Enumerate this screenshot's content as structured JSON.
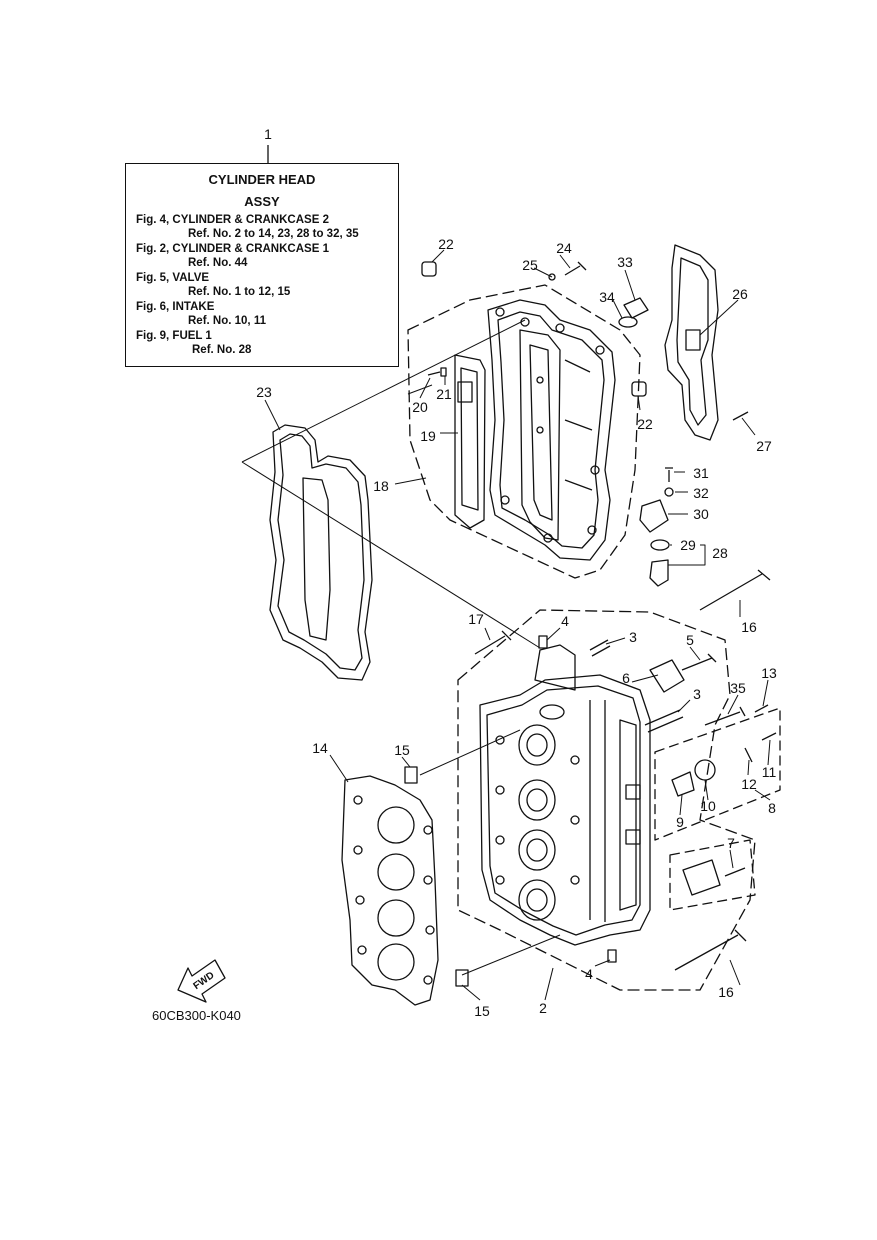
{
  "box": {
    "ref_number": "1",
    "title_line1": "CYLINDER  HEAD",
    "title_line2": "ASSY",
    "refs": [
      {
        "fig": "Fig. 4, CYLINDER & CRANKCASE 2",
        "ref": "Ref. No. 2 to 14, 23, 28 to 32, 35"
      },
      {
        "fig": "Fig. 2, CYLINDER & CRANKCASE 1",
        "ref": "Ref. No. 44"
      },
      {
        "fig": "Fig. 5, VALVE",
        "ref": "Ref. No. 1 to 12, 15"
      },
      {
        "fig": "Fig. 6, INTAKE",
        "ref": "Ref. No. 10, 11"
      },
      {
        "fig": "Fig. 9, FUEL 1",
        "ref": "Ref. No. 28"
      }
    ]
  },
  "labels": {
    "n2": "2",
    "n3a": "3",
    "n3b": "3",
    "n4a": "4",
    "n4b": "4",
    "n5": "5",
    "n6": "6",
    "n7": "7",
    "n8": "8",
    "n9": "9",
    "n10": "10",
    "n11": "11",
    "n12": "12",
    "n13": "13",
    "n14": "14",
    "n15a": "15",
    "n15b": "15",
    "n16a": "16",
    "n16b": "16",
    "n17": "17",
    "n18": "18",
    "n19": "19",
    "n20": "20",
    "n21": "21",
    "n22a": "22",
    "n22b": "22",
    "n23": "23",
    "n24": "24",
    "n25": "25",
    "n26": "26",
    "n27": "27",
    "n28": "28",
    "n29": "29",
    "n30": "30",
    "n31": "31",
    "n32": "32",
    "n33": "33",
    "n34": "34",
    "n35": "35"
  },
  "fwd_label": "FWD",
  "diagram_code": "60CB300-K040"
}
